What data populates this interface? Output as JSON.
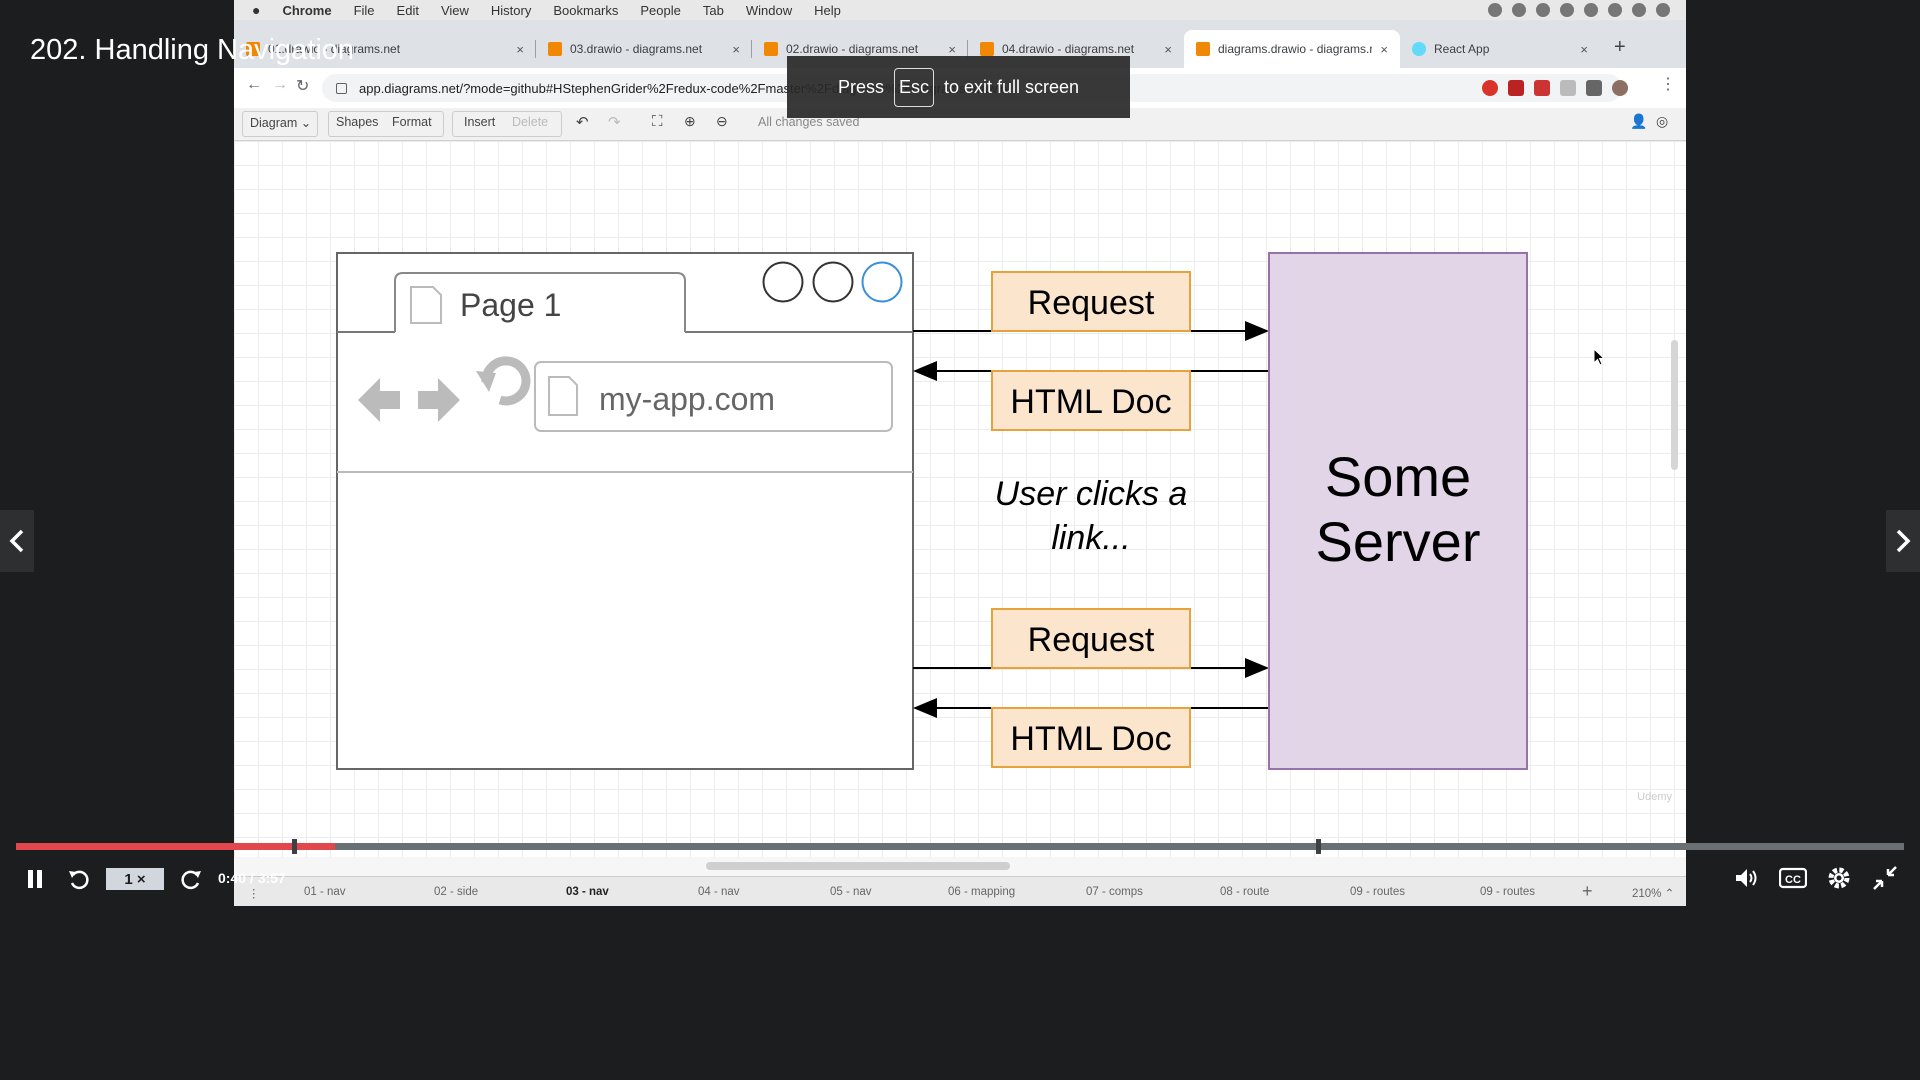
{
  "video_title": "202. Handling Navigation",
  "fullscreen_banner": {
    "prefix": "Press",
    "key": "Esc",
    "suffix": "to exit full screen"
  },
  "menubar": {
    "apple": "",
    "app": "Chrome",
    "items": [
      "File",
      "Edit",
      "View",
      "History",
      "Bookmarks",
      "People",
      "Tab",
      "Window",
      "Help"
    ]
  },
  "tabs": [
    {
      "label": "01.drawio - diagrams.net",
      "close": "×"
    },
    {
      "label": "03.drawio - diagrams.net",
      "close": "×"
    },
    {
      "label": "02.drawio - diagrams.net",
      "close": "×"
    },
    {
      "label": "04.drawio - diagrams.net",
      "close": "×"
    },
    {
      "label": "diagrams.drawio - diagrams.net",
      "close": "×"
    },
    {
      "label": "React App",
      "close": "×"
    }
  ],
  "new_tab": "+",
  "address_url": "app.diagrams.net/?mode=github#HStephenGrider%2Fredux-code%2Fmaster%2Fdiagrams%2Fdiagrams.drawio",
  "drawio_toolbar": {
    "diagram": "Diagram ⌄",
    "shapes": "Shapes",
    "format": "Format",
    "insert": "Insert",
    "delete": "Delete",
    "saved": "All changes saved"
  },
  "diagram": {
    "tab_label": "Page 1",
    "url_text": "my-app.com",
    "request_1": "Request",
    "html_doc_1": "HTML Doc",
    "user_clicks_line1": "User clicks a",
    "user_clicks_line2": "link...",
    "request_2": "Request",
    "html_doc_2": "HTML Doc",
    "server_line1": "Some",
    "server_line2": "Server"
  },
  "watermark": "Udemy",
  "page_tabs": [
    {
      "label": "01 - nav",
      "active": false
    },
    {
      "label": "02 - side",
      "active": false
    },
    {
      "label": "03 - nav",
      "active": true
    },
    {
      "label": "04 - nav",
      "active": false
    },
    {
      "label": "05 - nav",
      "active": false
    },
    {
      "label": "06 - mapping",
      "active": false
    },
    {
      "label": "07 - comps",
      "active": false
    },
    {
      "label": "08 - route",
      "active": false
    },
    {
      "label": "09 - routes",
      "active": false
    },
    {
      "label": "09 - routes",
      "active": false
    }
  ],
  "page_add": "+",
  "zoom": "210% ⌃",
  "player": {
    "speed": "1 ×",
    "time": "0:40 / 3:57",
    "progress_fraction": 0.169,
    "colors": {
      "progress": "#e2474d",
      "track": "#6a6f73",
      "background": "#1c1d1f"
    }
  },
  "colors": {
    "request_fill": "#fce5cd",
    "request_stroke": "#e6a23c",
    "server_fill": "#e1d5e7",
    "server_stroke": "#9673a6",
    "selected_circle": "#3c8fd6"
  }
}
